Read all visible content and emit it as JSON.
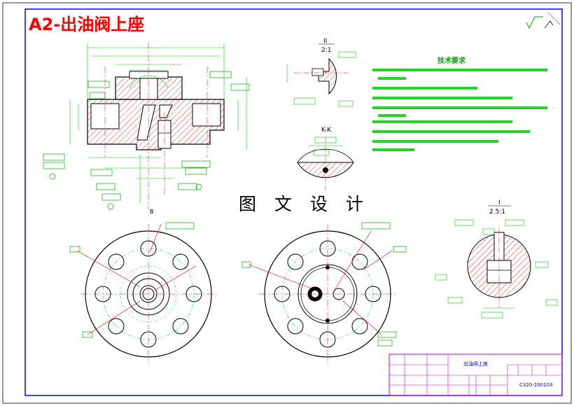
{
  "title": "A2-出油阀上座",
  "watermark": "图 文 设 计",
  "section_views": {
    "detail_II": {
      "label": "II",
      "scale": "2:1"
    },
    "section_KK": {
      "label": "K-K"
    },
    "detail_I": {
      "label": "I",
      "scale": "2.5:1"
    }
  },
  "tech_requirements": {
    "heading": "技术要求"
  },
  "title_block": {
    "part_name": "出油阀上座",
    "drawing_number": "C320-200103"
  },
  "colors": {
    "frame": "#0000ff",
    "outline": "#000000",
    "centerline": "#ff0000",
    "dimension": "#00cc00",
    "hatch": "#ff0000",
    "title_block_grid": "#cc00cc",
    "hidden": "#00cccc"
  }
}
